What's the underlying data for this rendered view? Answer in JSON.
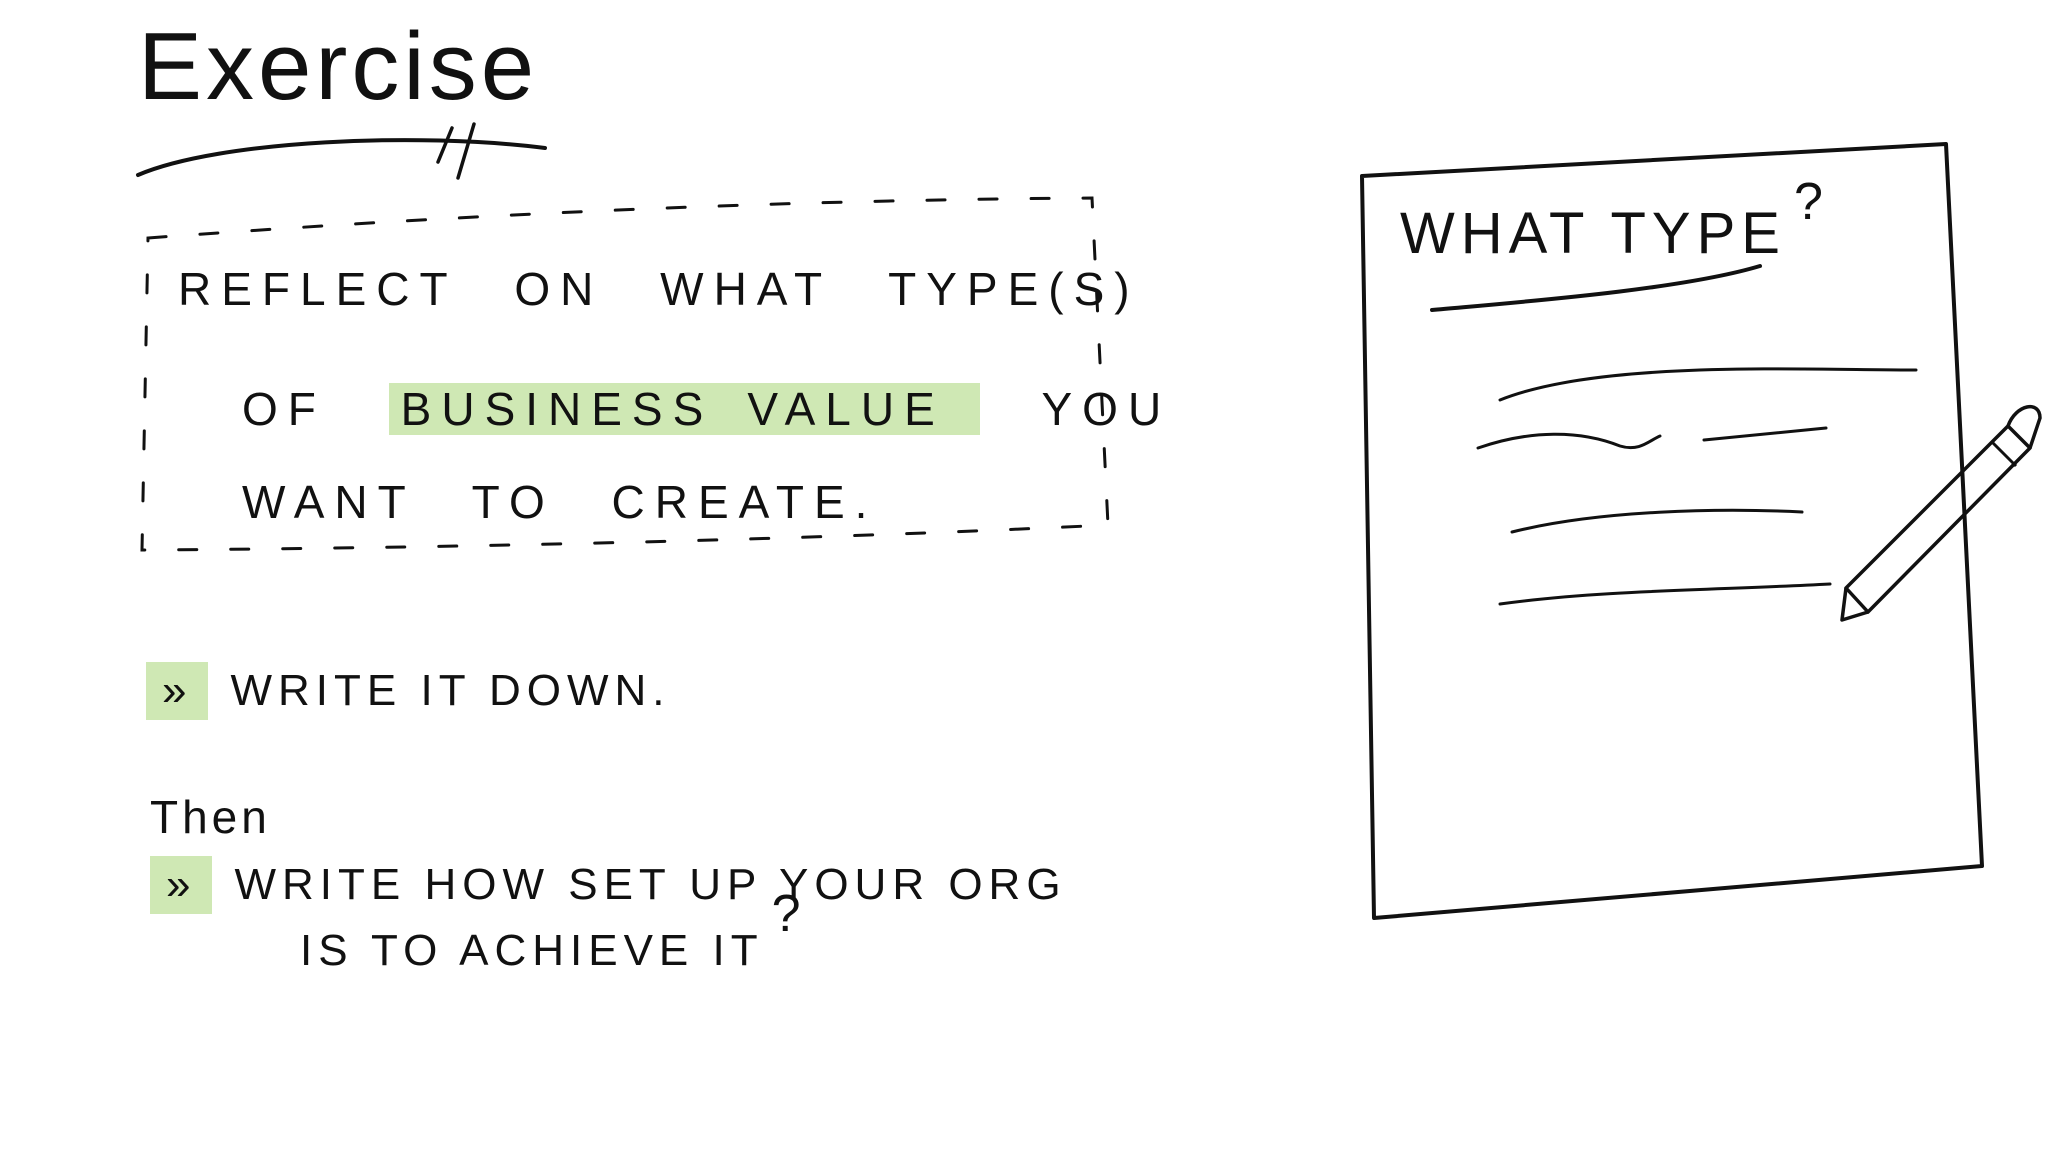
{
  "title": "Exercise",
  "prompt": {
    "line1": [
      "Reflect",
      "on",
      "what",
      "type(s)"
    ],
    "line2_pre": "of",
    "line2_highlight_a": "business",
    "line2_highlight_b": "value",
    "line2_post": "you",
    "line3": [
      "want",
      "to",
      "create."
    ]
  },
  "bullet_marker": "»",
  "step1": "write it down.",
  "then": "Then",
  "step2_line1": "write how set up your org",
  "step2_line2": "is to achieve it",
  "step2_qmark": "?",
  "paper": {
    "title": "What type",
    "qmark": "?"
  },
  "colors": {
    "highlight": "#cfe8b4",
    "ink": "#111111"
  },
  "icons": [
    "pencil-icon",
    "paper-sheet-icon"
  ]
}
